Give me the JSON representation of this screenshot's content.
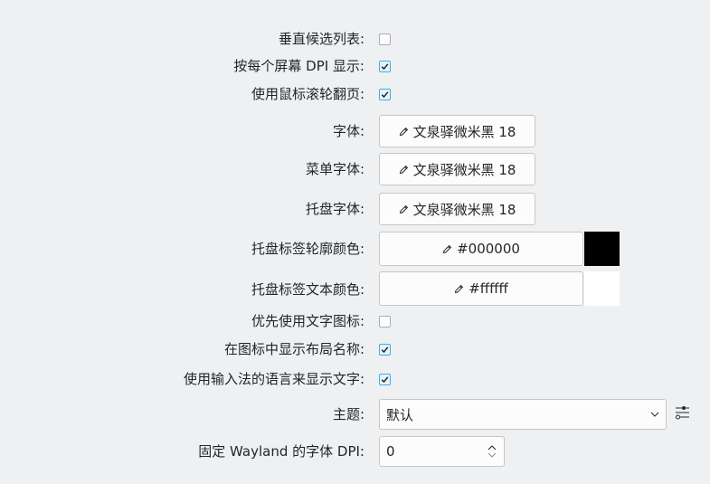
{
  "rows": {
    "vertical_candidates": {
      "label": "垂直候选列表:",
      "checked": false
    },
    "per_screen_dpi": {
      "label": "按每个屏幕 DPI 显示:",
      "checked": true
    },
    "scroll_paging": {
      "label": "使用鼠标滚轮翻页:",
      "checked": true
    },
    "font": {
      "label": "字体:",
      "value": "文泉驿微米黑 18"
    },
    "menu_font": {
      "label": "菜单字体:",
      "value": "文泉驿微米黑 18"
    },
    "tray_font": {
      "label": "托盘字体:",
      "value": "文泉驿微米黑 18"
    },
    "tray_outline_color": {
      "label": "托盘标签轮廓颜色:",
      "value": "#000000",
      "swatch": "#000000"
    },
    "tray_text_color": {
      "label": "托盘标签文本颜色:",
      "value": "#ffffff",
      "swatch": "#ffffff"
    },
    "prefer_text_icon": {
      "label": "优先使用文字图标:",
      "checked": false
    },
    "show_layout_name": {
      "label": "在图标中显示布局名称:",
      "checked": true
    },
    "use_im_language": {
      "label": "使用输入法的语言来显示文字:",
      "checked": true
    },
    "theme": {
      "label": "主题:",
      "value": "默认"
    },
    "wayland_dpi": {
      "label": "固定 Wayland 的字体 DPI:",
      "value": "0"
    }
  },
  "icons": {
    "edit": "pencil-icon",
    "dropdown": "chevron-down-icon",
    "configure": "configure-icon",
    "spin": "spin-arrows-icon",
    "check": "checkmark-icon"
  },
  "colors": {
    "accent": "#3daee9",
    "background": "#eff0f1",
    "text": "#232627"
  }
}
